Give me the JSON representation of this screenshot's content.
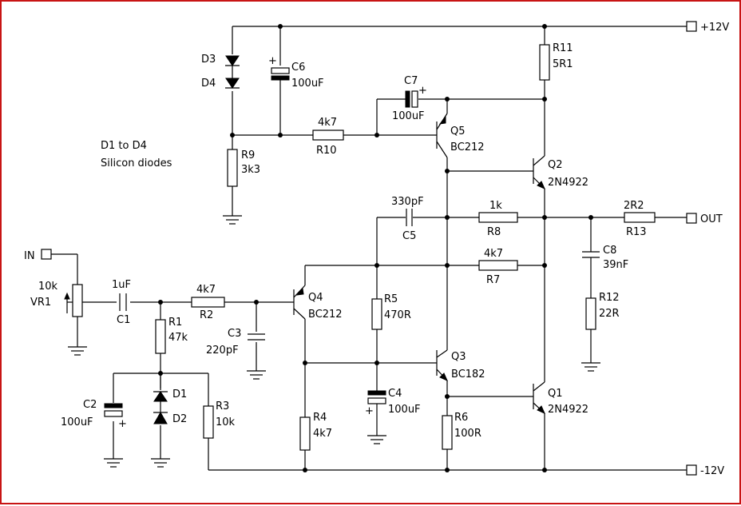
{
  "note": {
    "line1": "D1 to D4",
    "line2": "Silicon diodes"
  },
  "terminals": {
    "supply_pos": "+12V",
    "supply_neg": "-12V",
    "output": "OUT",
    "input": "IN"
  },
  "parts": {
    "d3": "D3",
    "d4": "D4",
    "d1": "D1",
    "d2": "D2",
    "c6": {
      "ref": "C6",
      "value": "100uF"
    },
    "c7": {
      "ref": "C7",
      "value": "100uF"
    },
    "c1": {
      "ref": "C1",
      "value": "1uF"
    },
    "c2": {
      "ref": "C2",
      "value": "100uF"
    },
    "c3": {
      "ref": "C3",
      "value": "220pF"
    },
    "c4": {
      "ref": "C4",
      "value": "100uF"
    },
    "c5": {
      "ref": "C5",
      "value": "330pF"
    },
    "c8": {
      "ref": "C8",
      "value": "39nF"
    },
    "r1": {
      "ref": "R1",
      "value": "47k"
    },
    "r2": {
      "ref": "R2",
      "value": "4k7"
    },
    "r3": {
      "ref": "R3",
      "value": "10k"
    },
    "r4": {
      "ref": "R4",
      "value": "4k7"
    },
    "r5": {
      "ref": "R5",
      "value": "470R"
    },
    "r6": {
      "ref": "R6",
      "value": "100R"
    },
    "r7": {
      "ref": "R7",
      "value": "4k7"
    },
    "r8": {
      "ref": "R8",
      "value": "1k"
    },
    "r9": {
      "ref": "R9",
      "value": "3k3"
    },
    "r10": {
      "ref": "R10",
      "value": "4k7"
    },
    "r11": {
      "ref": "R11",
      "value": "5R1"
    },
    "r12": {
      "ref": "R12",
      "value": "22R"
    },
    "r13": {
      "ref": "R13",
      "value": "2R2"
    },
    "vr1": {
      "value": "10k",
      "ref": "VR1"
    },
    "q1": {
      "ref": "Q1",
      "type": "2N4922"
    },
    "q2": {
      "ref": "Q2",
      "type": "2N4922"
    },
    "q3": {
      "ref": "Q3",
      "type": "BC182"
    },
    "q4": {
      "ref": "Q4",
      "type": "BC212"
    },
    "q5": {
      "ref": "Q5",
      "type": "BC212"
    }
  },
  "polarity": {
    "plus": "+"
  }
}
